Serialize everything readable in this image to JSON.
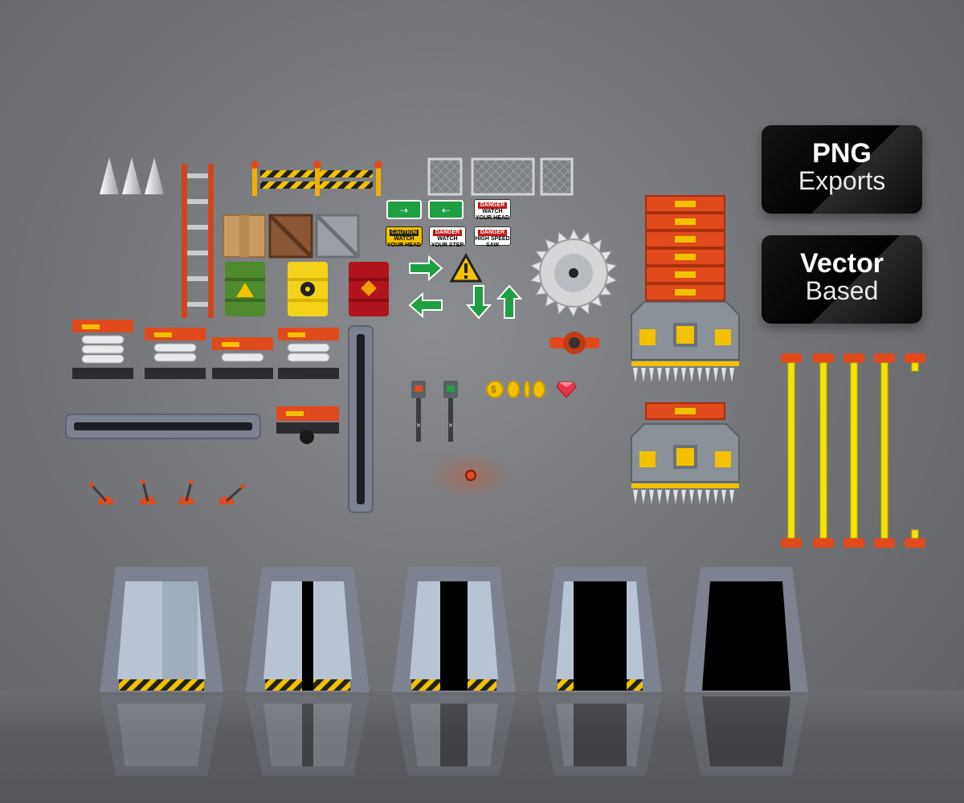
{
  "badges": {
    "png": {
      "line1": "PNG",
      "line2": "Exports"
    },
    "vector": {
      "line1": "Vector",
      "line2": "Based"
    }
  },
  "signs": {
    "danger_head": {
      "header": "DANGER",
      "line1": "WATCH",
      "line2": "YOUR HEAD"
    },
    "caution_head": {
      "header": "CAUTION",
      "line1": "WATCH",
      "line2": "YOUR HEAD"
    },
    "danger_step": {
      "header": "DANGER",
      "line1": "WATCH",
      "line2": "YOUR STEP"
    },
    "danger_saw": {
      "header": "DANGER",
      "line1": "HIGH SPEED",
      "line2": "SAW"
    }
  },
  "coins_label": "$",
  "colors": {
    "accent_orange": "#e04a1c",
    "hazard_yellow": "#f2c200",
    "sign_green": "#1fa040",
    "metal_gray": "#8a9098",
    "laser_yellow": "#f5e400"
  },
  "icons": [
    "spikes-icon",
    "ladder-icon",
    "barrier-icon",
    "crate-icon",
    "barrel-icon",
    "arrow-icon",
    "warning-icon",
    "saw-blade-icon",
    "coin-icon",
    "gem-icon",
    "lever-icon",
    "switch-icon",
    "button-icon",
    "door-icon"
  ]
}
